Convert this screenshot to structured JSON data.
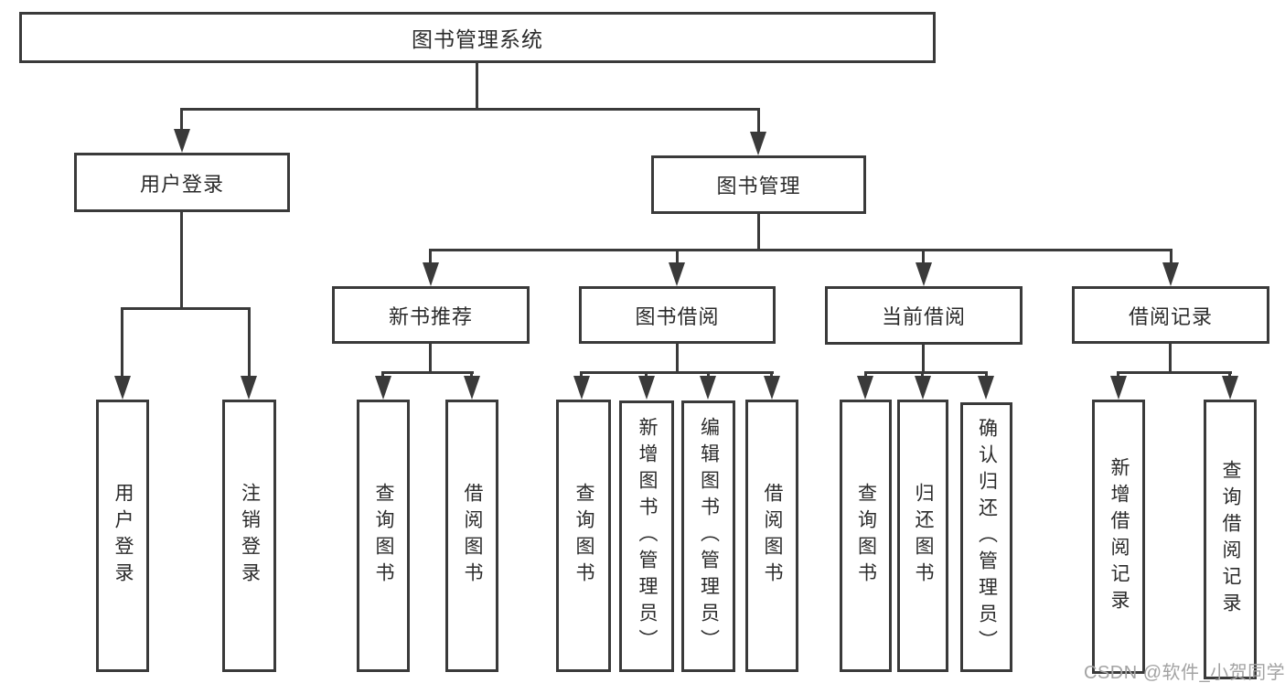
{
  "title": "图书管理系统",
  "nodes": {
    "root": "图书管理系统",
    "user_login": "用户登录",
    "book_management": "图书管理",
    "new_book_recommend": "新书推荐",
    "book_borrow": "图书借阅",
    "current_borrow": "当前借阅",
    "borrow_records": "借阅记录",
    "leaf_user_login": "用户登录",
    "leaf_logout": "注销登录",
    "leaf_nb_query": "查询图书",
    "leaf_nb_borrow": "借阅图书",
    "leaf_bb_query": "查询图书",
    "leaf_bb_add": "新增图书（管理员）",
    "leaf_bb_edit": "编辑图书（管理员）",
    "leaf_bb_borrow": "借阅图书",
    "leaf_cb_query": "查询图书",
    "leaf_cb_return": "归还图书",
    "leaf_cb_confirm": "确认归还（管理员）",
    "leaf_br_add": "新增借阅记录",
    "leaf_br_query": "查询借阅记录"
  },
  "hierarchy": {
    "图书管理系统": [
      "用户登录",
      "图书管理"
    ],
    "用户登录": [
      "用户登录",
      "注销登录"
    ],
    "图书管理": [
      "新书推荐",
      "图书借阅",
      "当前借阅",
      "借阅记录"
    ],
    "新书推荐": [
      "查询图书",
      "借阅图书"
    ],
    "图书借阅": [
      "查询图书",
      "新增图书（管理员）",
      "编辑图书（管理员）",
      "借阅图书"
    ],
    "当前借阅": [
      "查询图书",
      "归还图书",
      "确认归还（管理员）"
    ],
    "借阅记录": [
      "新增借阅记录",
      "查询借阅记录"
    ]
  },
  "watermark": "CSDN @软件_小贺同学",
  "colors": {
    "line": "#3a3a3a",
    "text": "#2b2b2b",
    "watermark": "#a3a3a3",
    "background": "#ffffff"
  }
}
